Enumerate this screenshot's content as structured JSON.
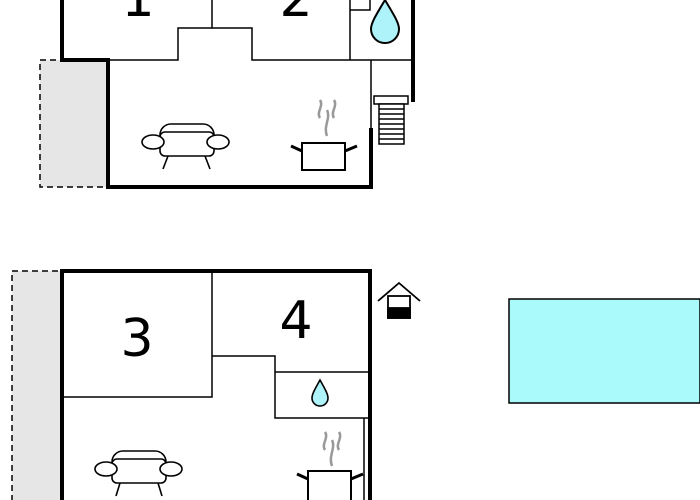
{
  "rooms": {
    "room1": "1",
    "room2": "2",
    "room3": "3",
    "room4": "4"
  },
  "colors": {
    "wall": "#000000",
    "terrace": "#e6e6e6",
    "pool": "#aaf9fb",
    "water": "#aef3fa",
    "line": "#000000"
  },
  "icons": [
    "sofa-icon",
    "cooking-pot-icon",
    "water-drop-icon",
    "stairs-icon",
    "well-icon",
    "pool"
  ]
}
